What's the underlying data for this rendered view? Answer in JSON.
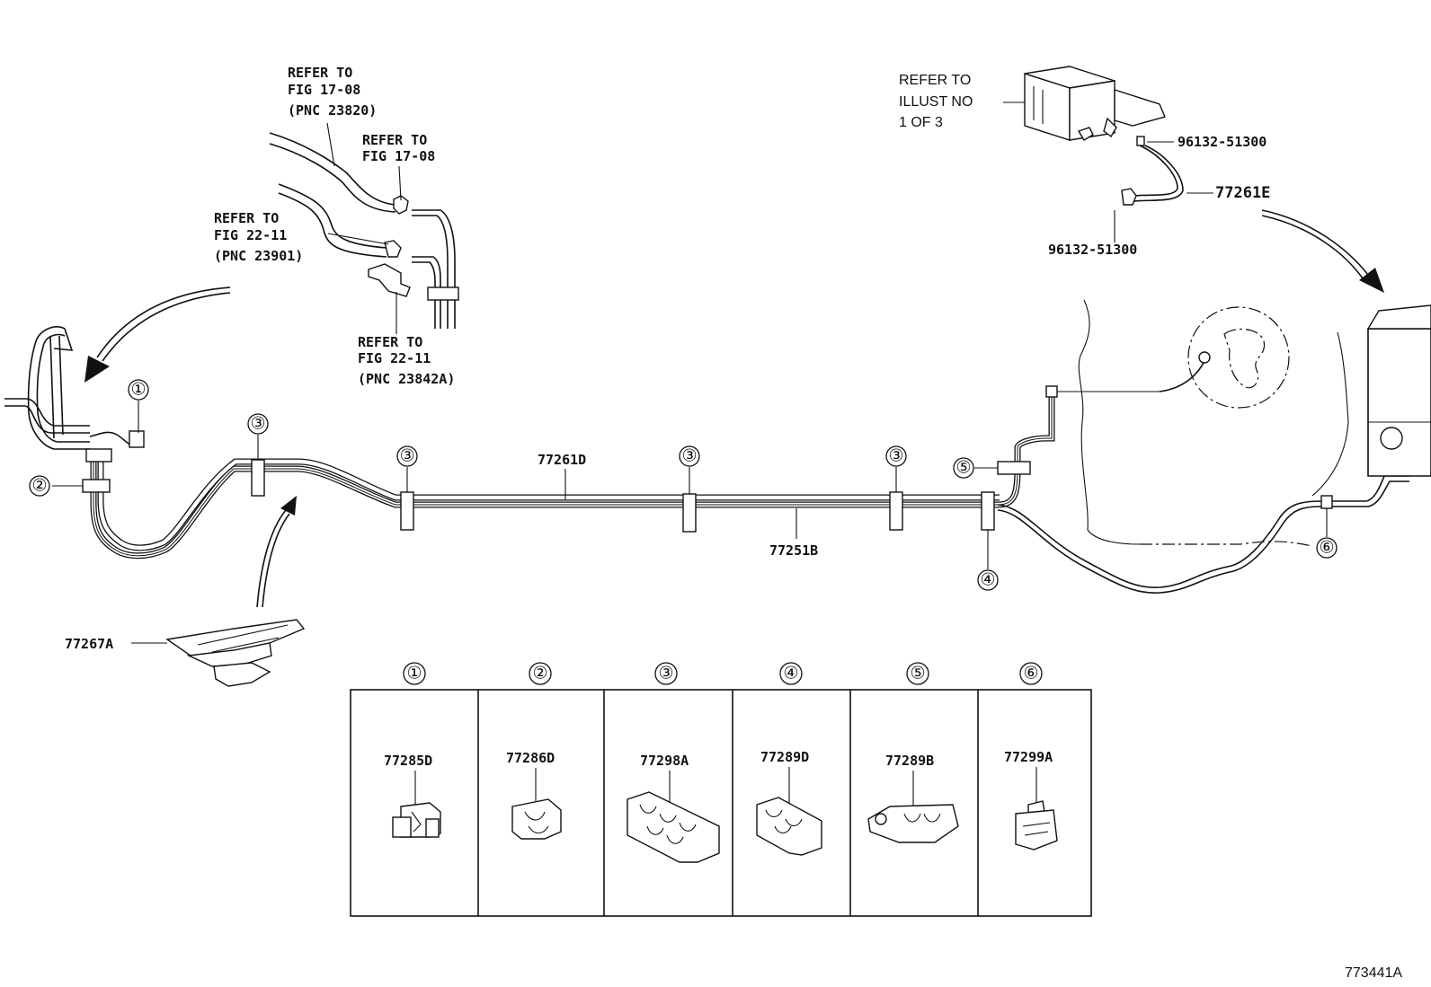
{
  "refs": {
    "fig1708_pnc23820": [
      "REFER TO",
      "FIG 17-08",
      "(PNC 23820)"
    ],
    "fig1708": [
      "REFER TO",
      "FIG 17-08"
    ],
    "fig2211_pnc23901": [
      "REFER TO",
      "FIG 22-11",
      "(PNC 23901)"
    ],
    "fig2211_pnc23842a": [
      "REFER TO",
      "FIG 22-11",
      "(PNC 23842A)"
    ],
    "illust": [
      "REFER TO",
      "ILLUST NO",
      "1 OF 3"
    ]
  },
  "parts": {
    "p77261D": "77261D",
    "p77251B": "77251B",
    "p77267A": "77267A",
    "p77261E": "77261E",
    "p96132_top": "96132-51300",
    "p96132_bottom": "96132-51300"
  },
  "callouts": {
    "c1": "①",
    "c2": "②",
    "c3": "③",
    "c4": "④",
    "c5": "⑤",
    "c6": "⑥"
  },
  "clip_table": [
    {
      "marker": "①",
      "part": "77285D"
    },
    {
      "marker": "②",
      "part": "77286D"
    },
    {
      "marker": "③",
      "part": "77298A"
    },
    {
      "marker": "④",
      "part": "77289D"
    },
    {
      "marker": "⑤",
      "part": "77289B"
    },
    {
      "marker": "⑥",
      "part": "77299A"
    }
  ],
  "figure_id": "773441A"
}
